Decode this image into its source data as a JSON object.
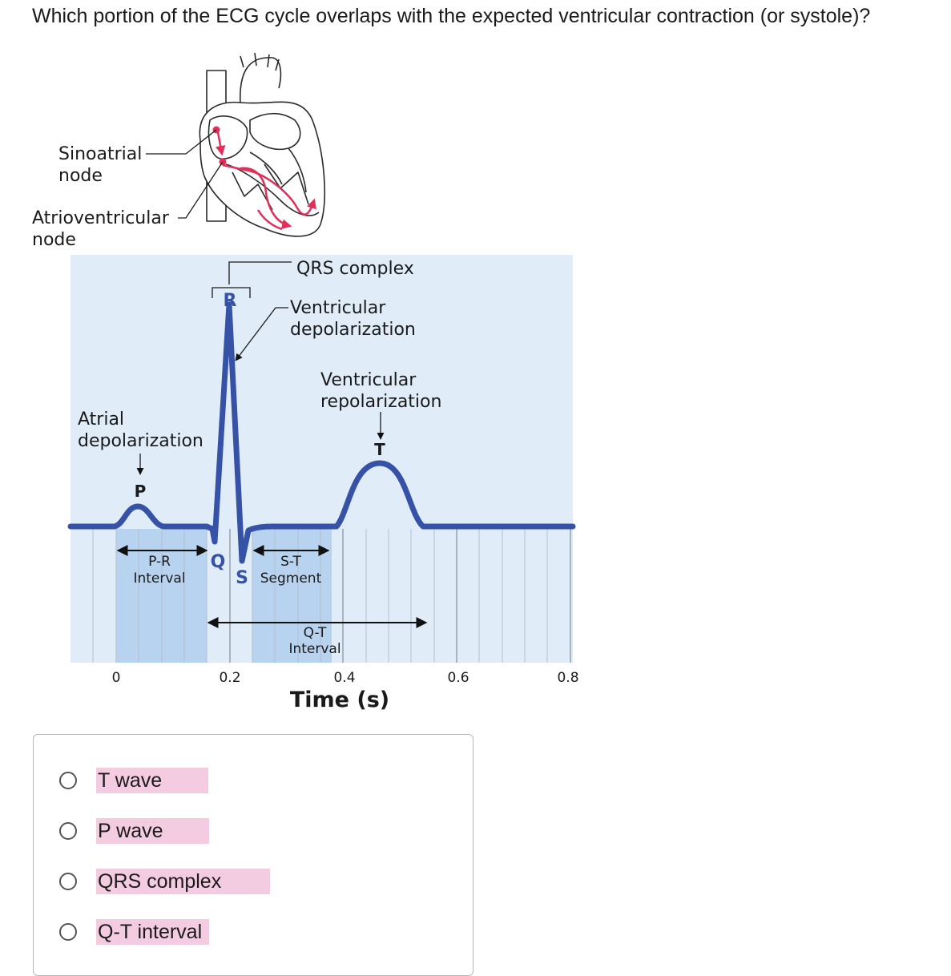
{
  "question": "Which portion of the ECG cycle overlaps with the expected ventricular contraction (or systole)?",
  "figure": {
    "heart_labels": {
      "sa_line1": "Sinoatrial",
      "sa_line2": "node",
      "av_line1": "Atrioventricular",
      "av_line2": "node"
    },
    "labels": {
      "qrs_complex": "QRS complex",
      "vent_depol_1": "Ventricular",
      "vent_depol_2": "depolarization",
      "vent_repol_1": "Ventricular",
      "vent_repol_2": "repolarization",
      "atrial_depol_1": "Atrial",
      "atrial_depol_2": "depolarization",
      "p": "P",
      "q": "Q",
      "r": "R",
      "s": "S",
      "t": "T",
      "pr_1": "P-R",
      "pr_2": "Interval",
      "st_1": "S-T",
      "st_2": "Segment",
      "qt_1": "Q-T",
      "qt_2": "Interval"
    },
    "x_ticks": [
      "0",
      "0.2",
      "0.4",
      "0.6",
      "0.8"
    ],
    "x_label": "Time (s)",
    "colors": {
      "panel": "#e0edf9",
      "shade": "#b8d3ef",
      "trace": "#3652a6",
      "conduction": "#e0305a",
      "highlight": "#f4cce1"
    }
  },
  "options": [
    {
      "label": "T wave"
    },
    {
      "label": "P wave"
    },
    {
      "label": "QRS complex"
    },
    {
      "label": "Q-T interval"
    }
  ]
}
